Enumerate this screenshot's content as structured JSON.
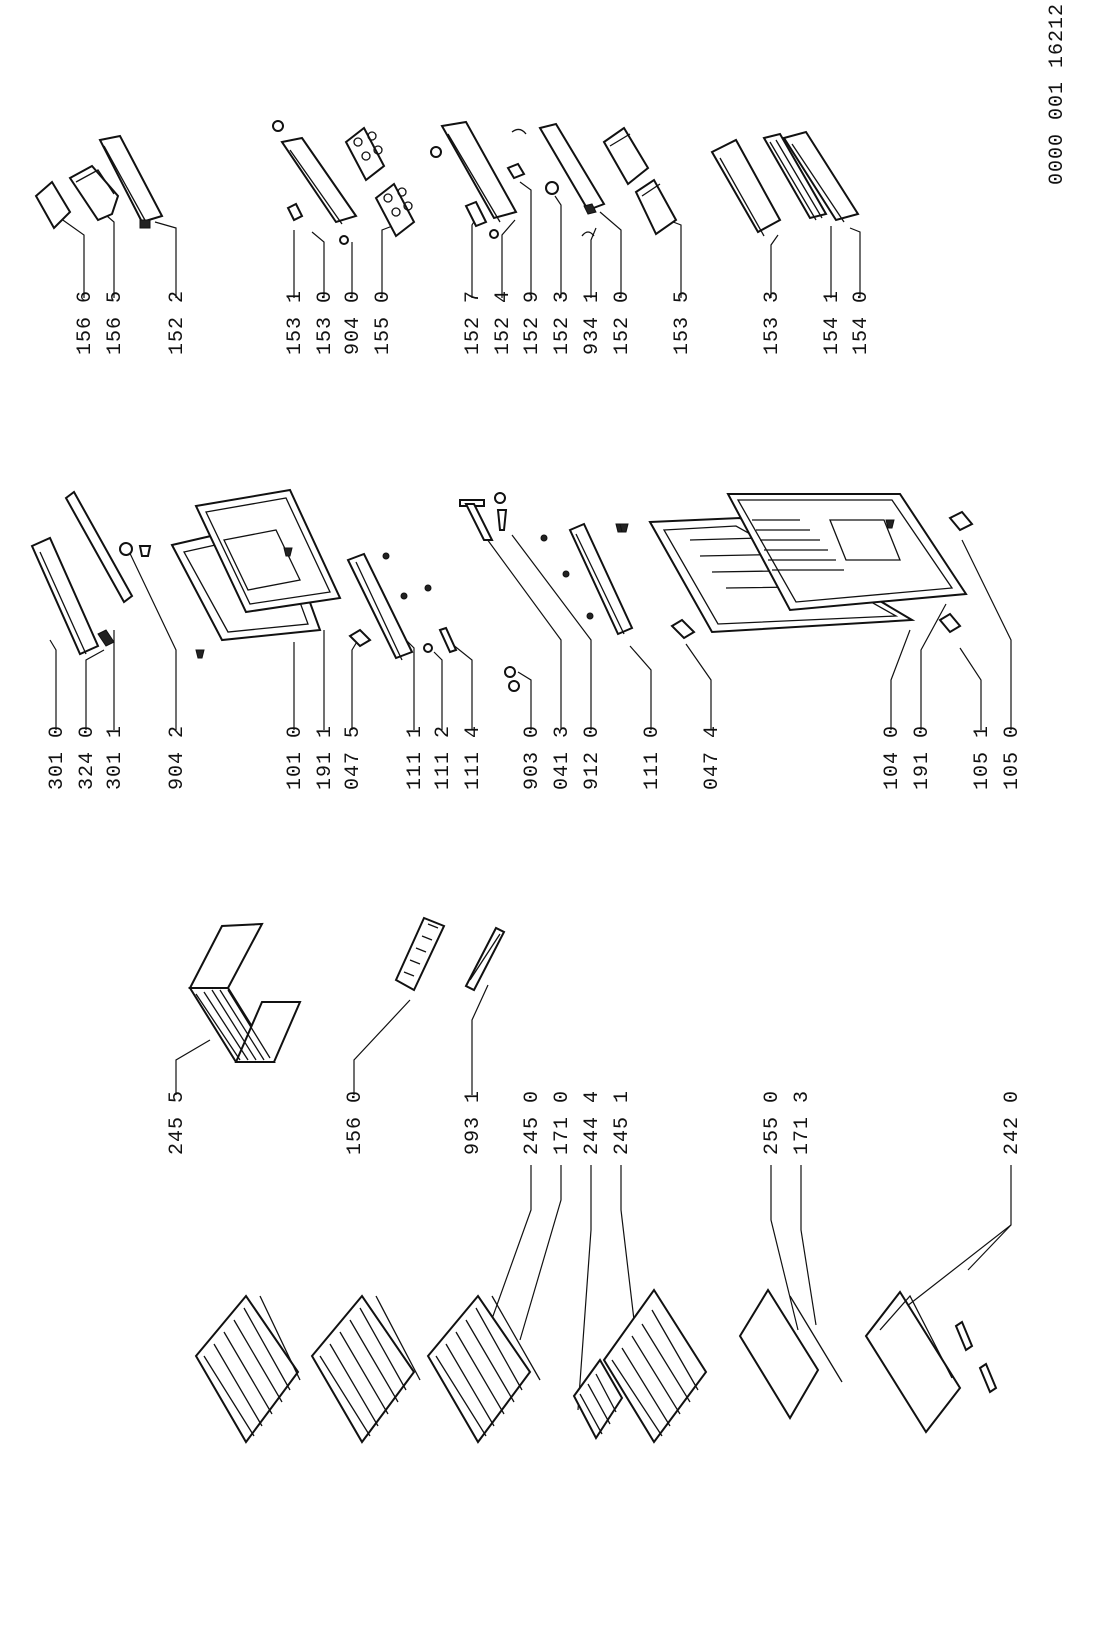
{
  "document_number": "0000 001 16212",
  "top_group": {
    "labels": [
      "156 6",
      "156 5",
      "152 2",
      "153 1",
      "153 0",
      "904 0",
      "155 0",
      "152 7",
      "152 4",
      "152 9",
      "152 3",
      "934 1",
      "152 0",
      "153 5",
      "153 3",
      "154 1",
      "154 0"
    ]
  },
  "middle_group": {
    "labels": [
      "301 0",
      "324 0",
      "301 1",
      "904 2",
      "101 0",
      "191 1",
      "047 5",
      "111 1",
      "111 2",
      "111 4",
      "903 0",
      "041 3",
      "912 0",
      "111 0",
      "047 4",
      "104 0",
      "191 0",
      "105 1",
      "105 0"
    ]
  },
  "bottom_group": {
    "labels": [
      "245 5",
      "156 0",
      "993 1",
      "245 0",
      "171 0",
      "244 4",
      "245 1",
      "255 0",
      "171 3",
      "242 0"
    ]
  }
}
